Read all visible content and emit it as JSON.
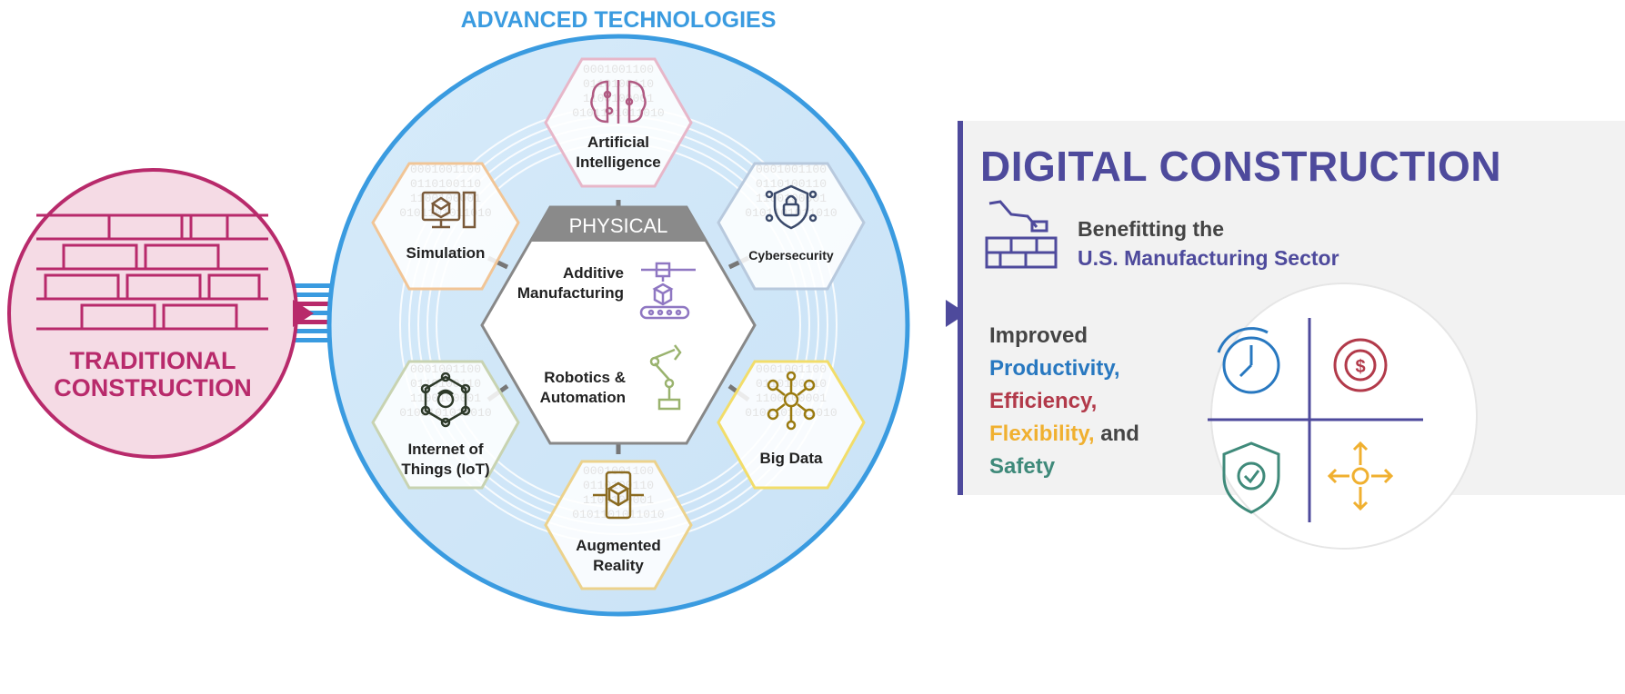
{
  "title": "ADVANCED TECHNOLOGIES",
  "traditional": {
    "line1": "TRADITIONAL",
    "line2": "CONSTRUCTION"
  },
  "core": {
    "header": "PHYSICAL",
    "items": [
      {
        "line1": "Additive",
        "line2": "Manufacturing",
        "icon": "3d-printer-icon"
      },
      {
        "line1": "Robotics &",
        "line2": "Automation",
        "icon": "robot-arm-icon"
      }
    ]
  },
  "technologies": [
    {
      "line1": "Artificial",
      "line2": "Intelligence",
      "icon": "brain-circuit-icon",
      "color": "#e7b7c9"
    },
    {
      "line1": "Cybersecurity",
      "line2": "",
      "icon": "shield-lock-icon",
      "color": "#b8c9dd"
    },
    {
      "line1": "Big Data",
      "line2": "",
      "icon": "data-network-icon",
      "color": "#f2dd6a"
    },
    {
      "line1": "Augmented",
      "line2": "Reality",
      "icon": "ar-cube-icon",
      "color": "#ecd28c"
    },
    {
      "line1": "Internet of",
      "line2": "Things (IoT)",
      "icon": "iot-network-icon",
      "color": "#c8d3b1"
    },
    {
      "line1": "Simulation",
      "line2": "",
      "icon": "simulation-monitor-icon",
      "color": "#f1c596"
    }
  ],
  "binary_text": [
    "0001001100",
    "0110100110",
    "1100100001",
    "0101101011010"
  ],
  "digital": {
    "title": "DIGITAL CONSTRUCTION",
    "subtitle_line1": "Benefitting the",
    "subtitle_line2": "U.S. Manufacturing Sector",
    "improved": "Improved",
    "productivity": "Productivity,",
    "efficiency": "Efficiency,",
    "flexibility": "Flexibility,",
    "and": " and",
    "safety": "Safety"
  },
  "colors": {
    "accent_blue": "#3a9be0",
    "traditional_magenta": "#b82a6b",
    "digital_purple": "#4e4a9c",
    "productivity_blue": "#2878c0",
    "efficiency_red": "#b23a4a",
    "flexibility_yellow": "#f0b030",
    "safety_green": "#3f8a7a"
  }
}
